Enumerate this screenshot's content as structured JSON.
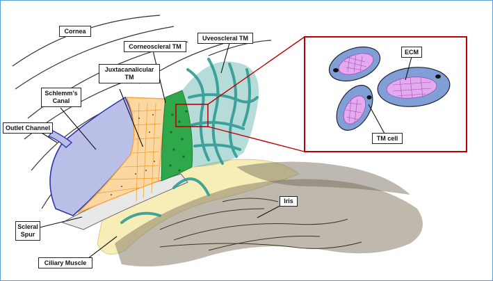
{
  "labels": {
    "cornea": "Cornea",
    "corneoscleral_tm": "Corneoscleral TM",
    "uveoscleral_tm": "Uveoscleral TM",
    "juxtacanalicular_tm": "Juxtacanalicular\nTM",
    "schlemms_canal": "Schlemm’s\nCanal",
    "outlet_channel": "Outlet Channel",
    "scleral_spur": "Scleral\nSpur",
    "ciliary_muscle": "Ciliary Muscle",
    "iris": "Iris",
    "ecm": "ECM",
    "tm_cell": "TM cell"
  },
  "colors": {
    "frame": "#5b9bd5",
    "zoom_box": "#c00000",
    "canal_fill": "#b9bfe6",
    "canal_stroke": "#2e35a8",
    "juxta_fill": "#f7a53a",
    "corneo_fill": "#2ea84a",
    "uveo_fill": "#2f9b94",
    "iris_fill": "#8a7f6a",
    "cell_fill": "#7f9fd6",
    "ecm_fill": "#e4a9ef"
  }
}
